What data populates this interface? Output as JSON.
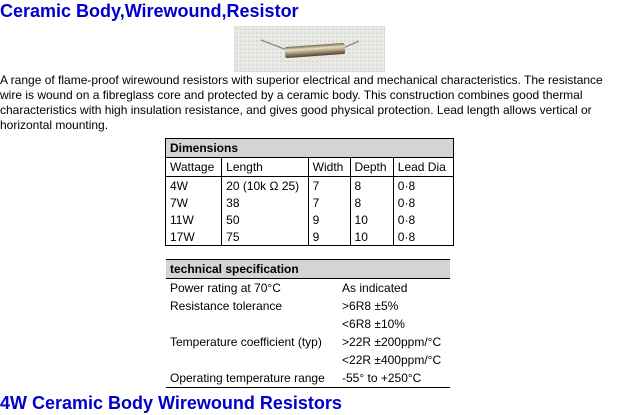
{
  "page": {
    "title": "Ceramic Body,Wirewound,Resistor",
    "image_alt": "ceramic-wirewound-resistor-photo",
    "intro": "A range of flame-proof wirewound resistors with superior electrical and mechanical characteristics. The resistance wire is wound on a fibreglass core and protected by a ceramic body. This construction combines good thermal characteristics with high insulation resistance, and gives good physical protection. Lead length allows vertical or horizontal mounting.",
    "subtitle": "4W Ceramic Body Wirewound Resistors"
  },
  "dimensions": {
    "heading": "Dimensions",
    "columns": [
      "Wattage",
      "Length",
      "Width",
      "Depth",
      "Lead Dia"
    ],
    "rows": [
      [
        "4W",
        "20 (10k Ω 25)",
        "7",
        "8",
        "0·8"
      ],
      [
        "7W",
        "38",
        "7",
        "8",
        "0·8"
      ],
      [
        "11W",
        "50",
        "9",
        "10",
        "0·8"
      ],
      [
        "17W",
        "75",
        "9",
        "10",
        "0·8"
      ]
    ]
  },
  "spec": {
    "heading": "technical specification",
    "rows": [
      [
        "Power rating at 70°C",
        "As indicated"
      ],
      [
        "Resistance tolerance",
        ">6R8 ±5%"
      ],
      [
        "",
        "<6R8 ±10%"
      ],
      [
        "Temperature coefficient (typ)",
        ">22R ±200ppm/°C"
      ],
      [
        "",
        "<22R ±400ppm/°C"
      ],
      [
        "Operating temperature range",
        "-55° to +250°C"
      ]
    ]
  }
}
